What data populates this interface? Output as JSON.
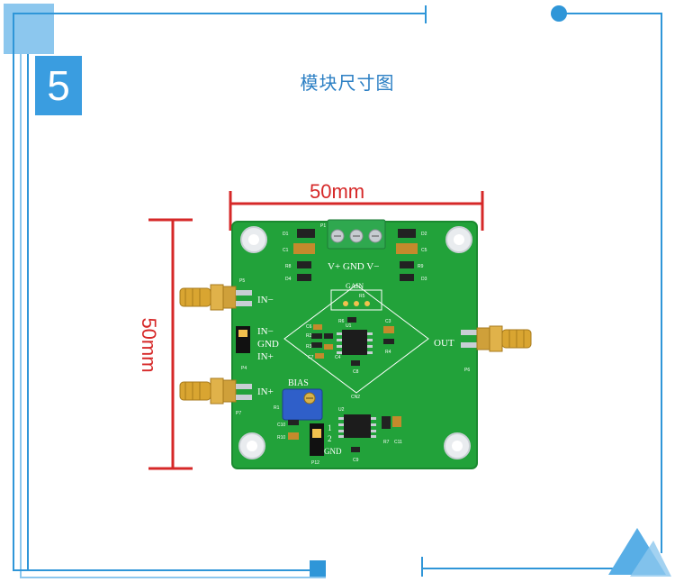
{
  "badge": {
    "number": "5"
  },
  "title": "模块尺寸图",
  "dimensions": {
    "width_label": "50mm",
    "height_label": "50mm"
  },
  "board": {
    "terminal_labels": "V+ GND V−",
    "terminal_ref": "P1",
    "gain_label": "GAIN",
    "bias_label": "BIAS",
    "jumper_in_minus": "IN−",
    "jumper_gnd": "GND",
    "jumper_in_plus": "IN+",
    "sma_in_minus": "IN−",
    "sma_in_plus": "IN+",
    "sma_out": "OUT",
    "bias_gnd": "GND",
    "bias_pin1": "1",
    "bias_pin2": "2",
    "refs": {
      "p5": "P5",
      "p7": "P7",
      "p6": "P6",
      "p4": "P4",
      "p12": "P12",
      "d1": "D1",
      "d2": "D2",
      "d3": "D3",
      "d4": "D4",
      "c1": "C1",
      "c5": "C5",
      "c2": "C2",
      "c3": "C3",
      "c4": "C4",
      "c6": "C6",
      "c7": "C7",
      "c8": "C8",
      "c9": "C9",
      "c10": "C10",
      "c11": "C11",
      "r8": "R8",
      "r9": "R9",
      "r5": "R5",
      "r4": "R4",
      "r2": "R2",
      "r3": "R3",
      "r6": "R6",
      "r7": "R7",
      "r10": "R10",
      "r1": "R1",
      "u1": "U1",
      "u2": "U2",
      "cn2": "CN2"
    }
  },
  "colors": {
    "frame": "#2f96d8",
    "frame_light": "#8cc7ee",
    "pcb": "#22a23a",
    "pcb_edge": "#1b8a30",
    "dimension": "#d62828",
    "terminal": "#2fa84f",
    "sma_gold": "#d9a531",
    "trimmer": "#2f5fc9"
  }
}
